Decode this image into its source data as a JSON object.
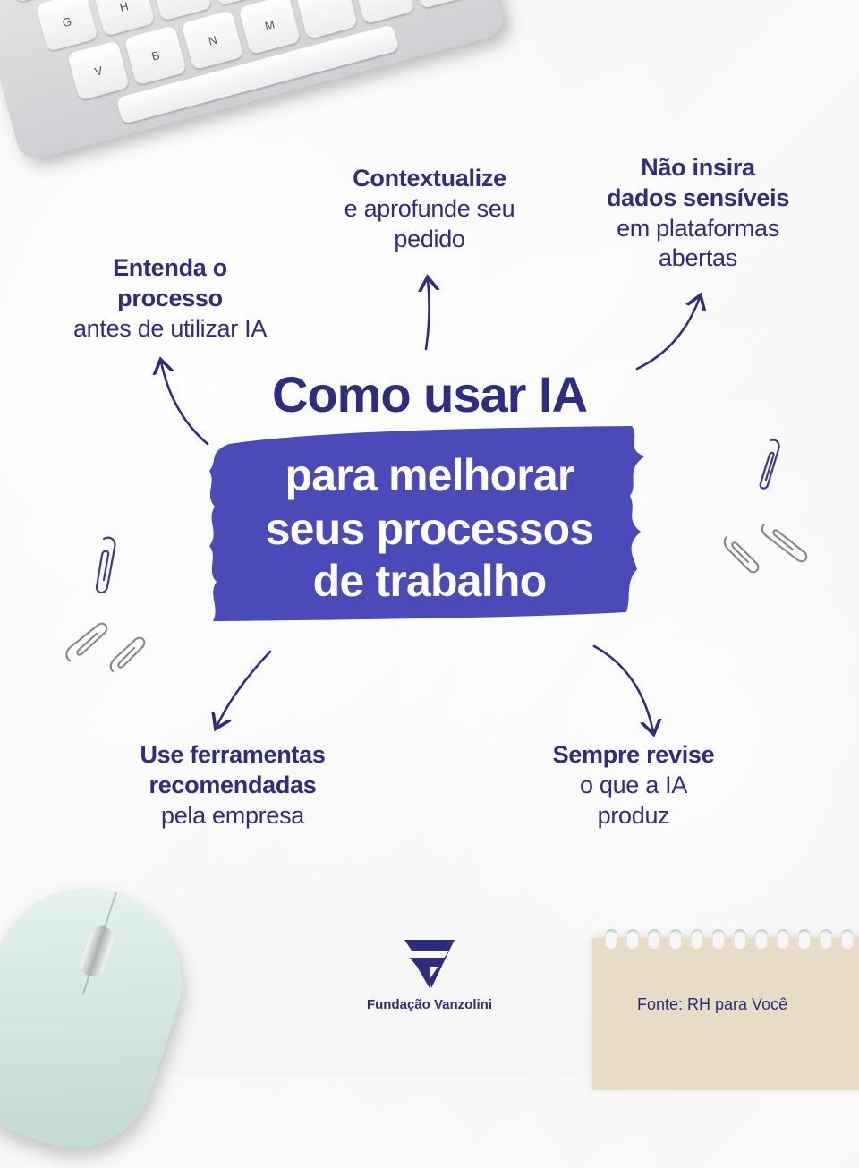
{
  "title": "Como usar IA",
  "subtitle_lines": [
    "para melhorar",
    "seus processos",
    "de trabalho"
  ],
  "tips": {
    "understand": {
      "bold": [
        "Entenda o",
        "processo"
      ],
      "regular": [
        "antes de utilizar IA"
      ]
    },
    "contextualize": {
      "bold": [
        "Contextualize"
      ],
      "regular": [
        "e aprofunde seu",
        "pedido"
      ]
    },
    "sensitive": {
      "bold": [
        "Não insira",
        "dados sensíveis"
      ],
      "regular": [
        "em plataformas",
        "abertas"
      ]
    },
    "tools": {
      "bold": [
        "Use ferramentas",
        "recomendadas"
      ],
      "regular": [
        "pela empresa"
      ]
    },
    "review": {
      "bold": [
        "Sempre revise"
      ],
      "regular": [
        "o que a IA",
        "produz"
      ]
    }
  },
  "brand": {
    "name": "Fundação Vanzolini"
  },
  "source": "Fonte: RH para Você",
  "keyboard_keys": [
    "G",
    "H",
    "V",
    "B",
    "N",
    "M"
  ],
  "colors": {
    "primary": "#2e2d7f",
    "highlight": "#4a4ab8",
    "background": "#f6f6f6"
  }
}
